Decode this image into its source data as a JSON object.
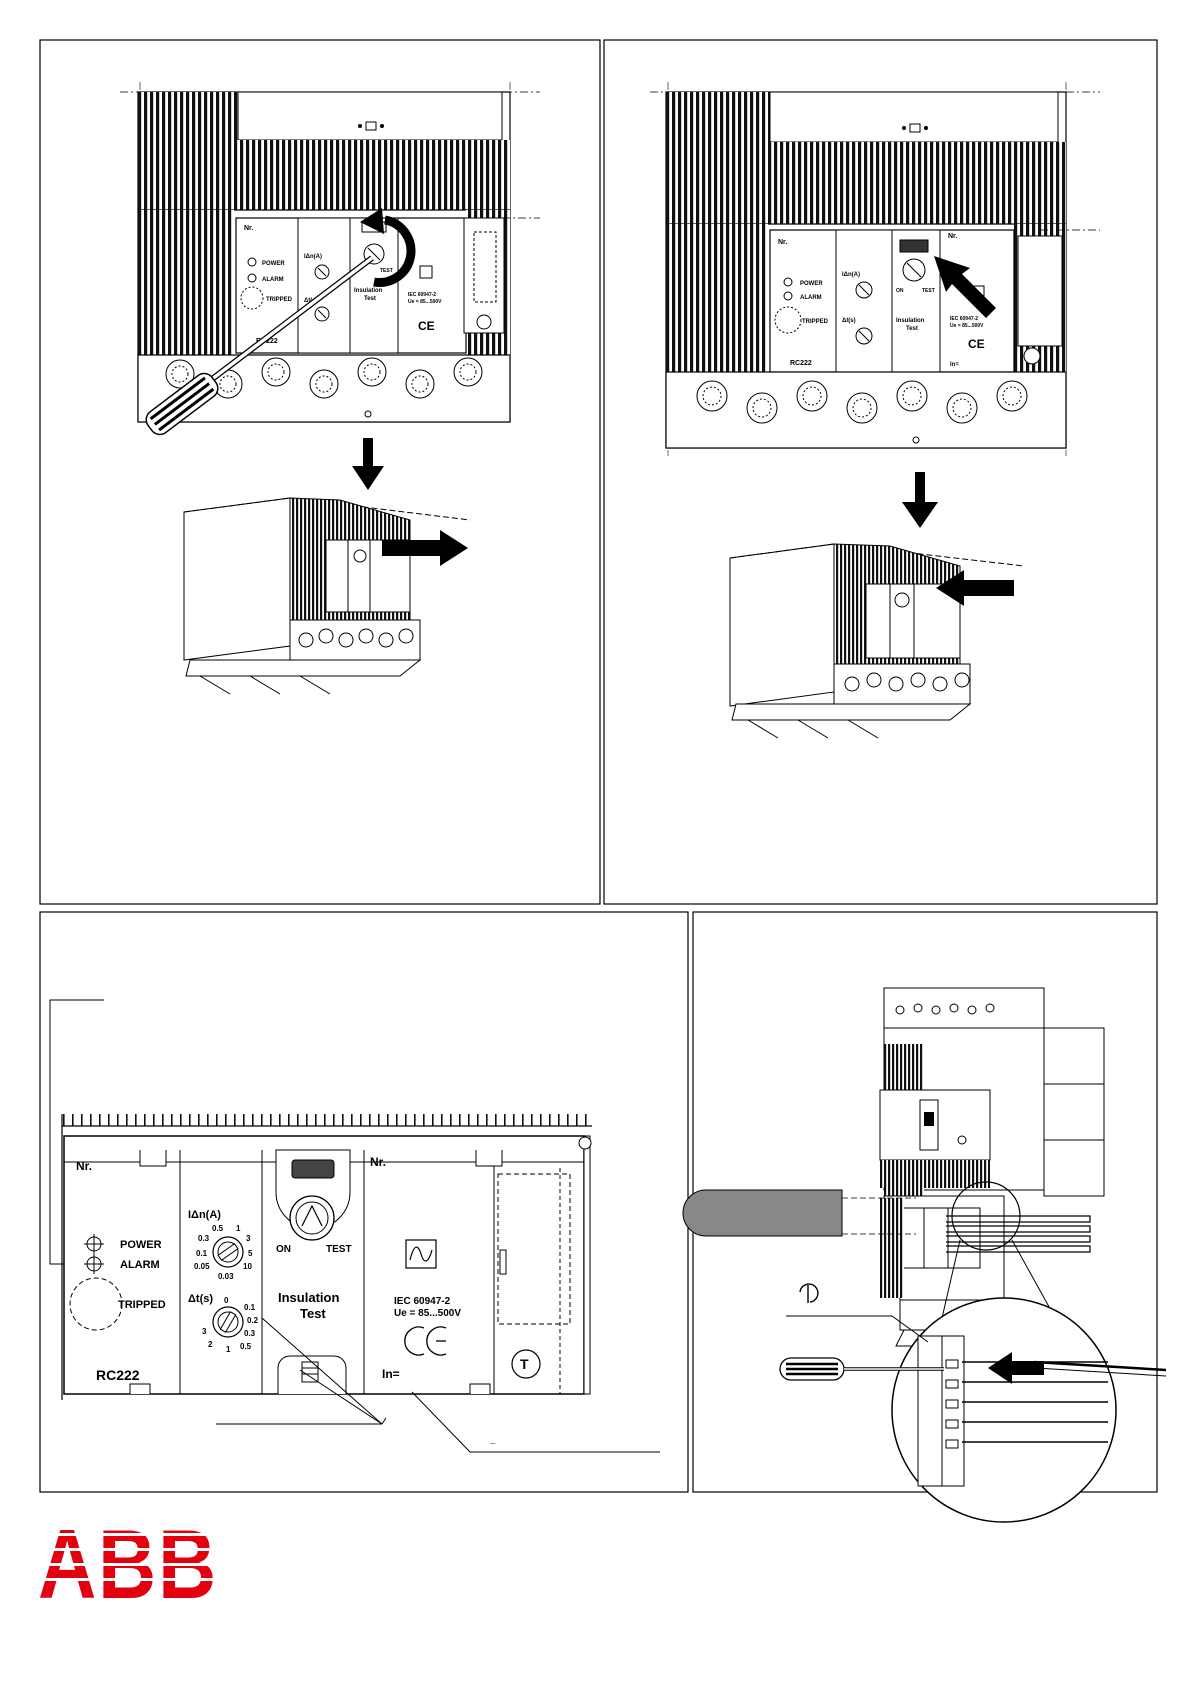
{
  "fig1": {
    "relay": {
      "nr": "Nr.",
      "power": "POWER",
      "alarm": "ALARM",
      "tripped": "TRIPPED",
      "idn": "IΔn(A)",
      "dt": "Δt(s)",
      "test": "TEST",
      "insulation": "Insulation",
      "test_word": "Test",
      "iec": "IEC 60947-2",
      "ue": "Ue = 85...500V",
      "model": "RC222"
    }
  },
  "fig2": {
    "relay": {
      "nr": "Nr.",
      "power": "POWER",
      "alarm": "ALARM",
      "tripped": "TRIPPED",
      "idn": "IΔn(A)",
      "dt": "Δt(s)",
      "on": "ON",
      "test": "TEST",
      "insulation": "Insulation",
      "test_word": "Test",
      "iec": "IEC 60947-2",
      "ue": "Ue = 85...500V",
      "model": "RC222",
      "in": "In="
    }
  },
  "fig3": {
    "nr_left": "Nr.",
    "nr_right": "Nr.",
    "power": "POWER",
    "alarm": "ALARM",
    "tripped": "TRIPPED",
    "model": "RC222",
    "idn": "IΔn(A)",
    "idn_scale": [
      "0.5",
      "1",
      "3",
      "5",
      "10",
      "0.03",
      "0.05",
      "0.1",
      "0.3"
    ],
    "dt": "Δt(s)",
    "dt_scale": [
      "0",
      "0.1",
      "0.2",
      "0.3",
      "0.5",
      "1",
      "2",
      "3"
    ],
    "on": "ON",
    "test": "TEST",
    "insulation": "Insulation",
    "test_word": "Test",
    "iec": "IEC 60947-2",
    "ue": "Ue = 85...500V",
    "in": "In=",
    "callout_mark": "_",
    "t_symbol": "T"
  },
  "brand": {
    "logo": "ABB",
    "color": "#e3000f"
  }
}
